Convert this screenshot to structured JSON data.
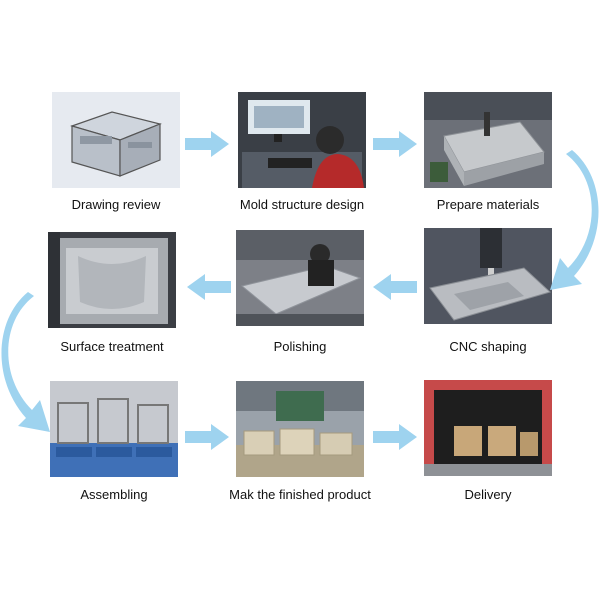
{
  "steps": [
    {
      "label": "Drawing review"
    },
    {
      "label": "Mold structure design"
    },
    {
      "label": "Prepare materials"
    },
    {
      "label": "CNC shaping"
    },
    {
      "label": "Polishing"
    },
    {
      "label": "Surface treatment"
    },
    {
      "label": "Assembling"
    },
    {
      "label": "Mak the finished product"
    },
    {
      "label": "Delivery"
    }
  ],
  "colors": {
    "arrow": "#9ed3ef",
    "text": "#111111"
  }
}
